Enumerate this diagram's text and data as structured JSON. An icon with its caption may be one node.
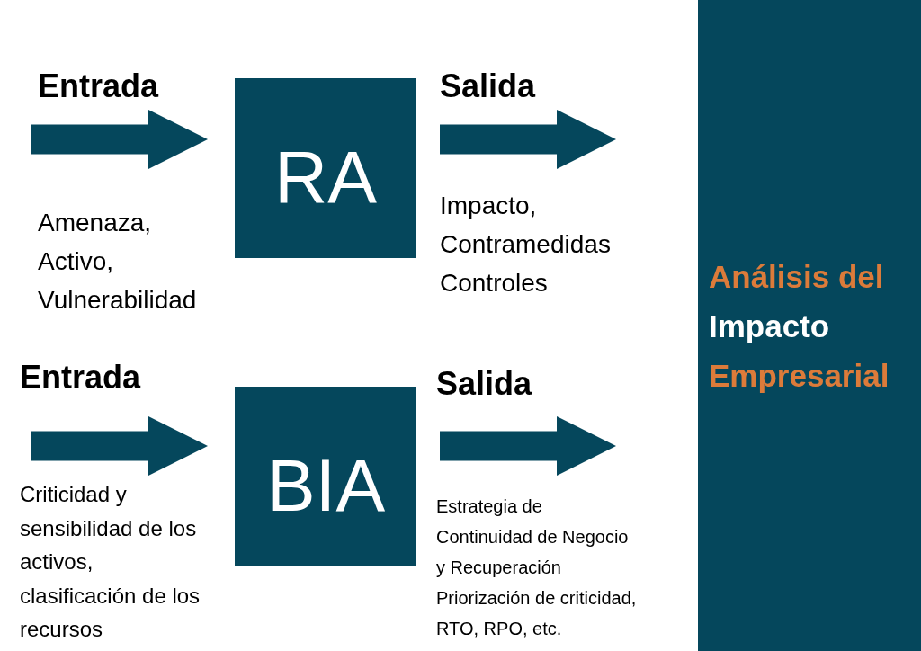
{
  "diagram": {
    "nodes": [
      {
        "text": [
          "RA"
        ]
      },
      {
        "text": [
          "BIA"
        ]
      },
      {
        "text": [
          "Análisis del",
          "Impacto",
          "Empresarial"
        ]
      }
    ],
    "edges": [
      {
        "from": null,
        "to": 0,
        "arrow": "to"
      },
      {
        "from": 0,
        "to": null,
        "arrow": "to"
      },
      {
        "from": null,
        "to": 1,
        "arrow": "to"
      },
      {
        "from": 1,
        "to": null,
        "arrow": "to"
      }
    ],
    "labels": [
      "Entrada",
      "Salida",
      "Amenaza, Activo, Vulnerabilidad",
      "Impacto, Contramedidas Controles",
      "Entrada",
      "Salida",
      "Criticidad y sensibilidad de los activos, clasificación de los recursos",
      "Estrategia de Continuidad de Negocio y Recuperación Priorización de criticidad, RTO, RPO, etc."
    ]
  }
}
